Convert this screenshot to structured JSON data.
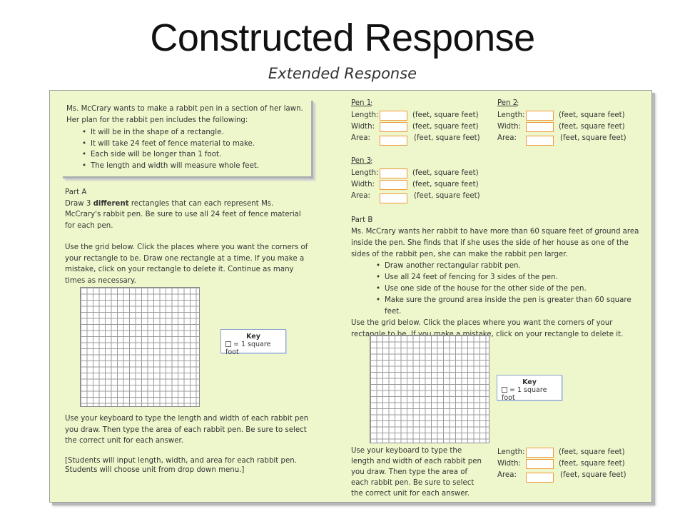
{
  "title": "Constructed Response",
  "subtitle": "Extended Response",
  "intro": {
    "line1": "Ms. McCrary wants to make a rabbit pen in a section of her lawn.",
    "line2": "Her plan for the rabbit pen includes the following:",
    "bullets": [
      "It will be in the shape of a rectangle.",
      "It will take 24 feet of fence material to make.",
      "Each side will be longer than 1 foot.",
      "The length and width will measure whole feet."
    ]
  },
  "part_a": {
    "heading": "Part A",
    "p1_pre": "Draw 3 ",
    "p1_bold": "different",
    "p1_post": " rectangles that can each represent Ms. McCrary's rabbit pen. Be sure to use all 24 feet of fence material for each pen.",
    "p2": "Use the grid below. Click the places where you want the corners of your rectangle to be. Draw one rectangle at a time. If you make a mistake, click on your rectangle to delete it. Continue as many times as necessary.",
    "p3": "Use your keyboard to type the length and width of each rabbit pen you draw. Then type the area of each rabbit pen. Be sure to select the correct unit for each answer.",
    "p4": "[Students will input length, width, and area for each rabbit pen. Students will choose unit from drop down menu.]"
  },
  "key": {
    "title": "Key",
    "label": "= 1 square foot"
  },
  "pens": [
    {
      "name": "Pen 1",
      "colon": ":"
    },
    {
      "name": "Pen 2",
      "colon": ":"
    },
    {
      "name": "Pen 3",
      "colon": ":"
    }
  ],
  "fields": {
    "length": "Length:",
    "width": "Width:",
    "area": "Area:",
    "unit": "(feet, square feet)"
  },
  "part_b": {
    "heading": "Part B",
    "p1": "Ms. McCrary wants her rabbit to have more than 60 square feet of ground area inside the pen. She finds that if she uses the side of her house as one of the sides of the rabbit pen, she can make the rabbit pen larger.",
    "bullets": [
      "Draw another rectangular rabbit pen.",
      "Use all 24 feet of fencing for 3 sides of the pen.",
      "Use one side of the house for the other side of the pen.",
      "Make sure the ground area inside the pen is greater than 60 square feet."
    ],
    "p2": "Use the grid below. Click the places where you want the corners of your rectangle to be. If you make a mistake, click on your rectangle to delete it.",
    "p3": "Use your keyboard to type the length and width of each rabbit pen you draw. Then type the area of each rabbit pen. Be sure to select the correct unit for each answer."
  },
  "colors": {
    "panel_bg": "#eef6cc",
    "input_border": "#f09a3a",
    "key_border": "#8aa4c8"
  }
}
